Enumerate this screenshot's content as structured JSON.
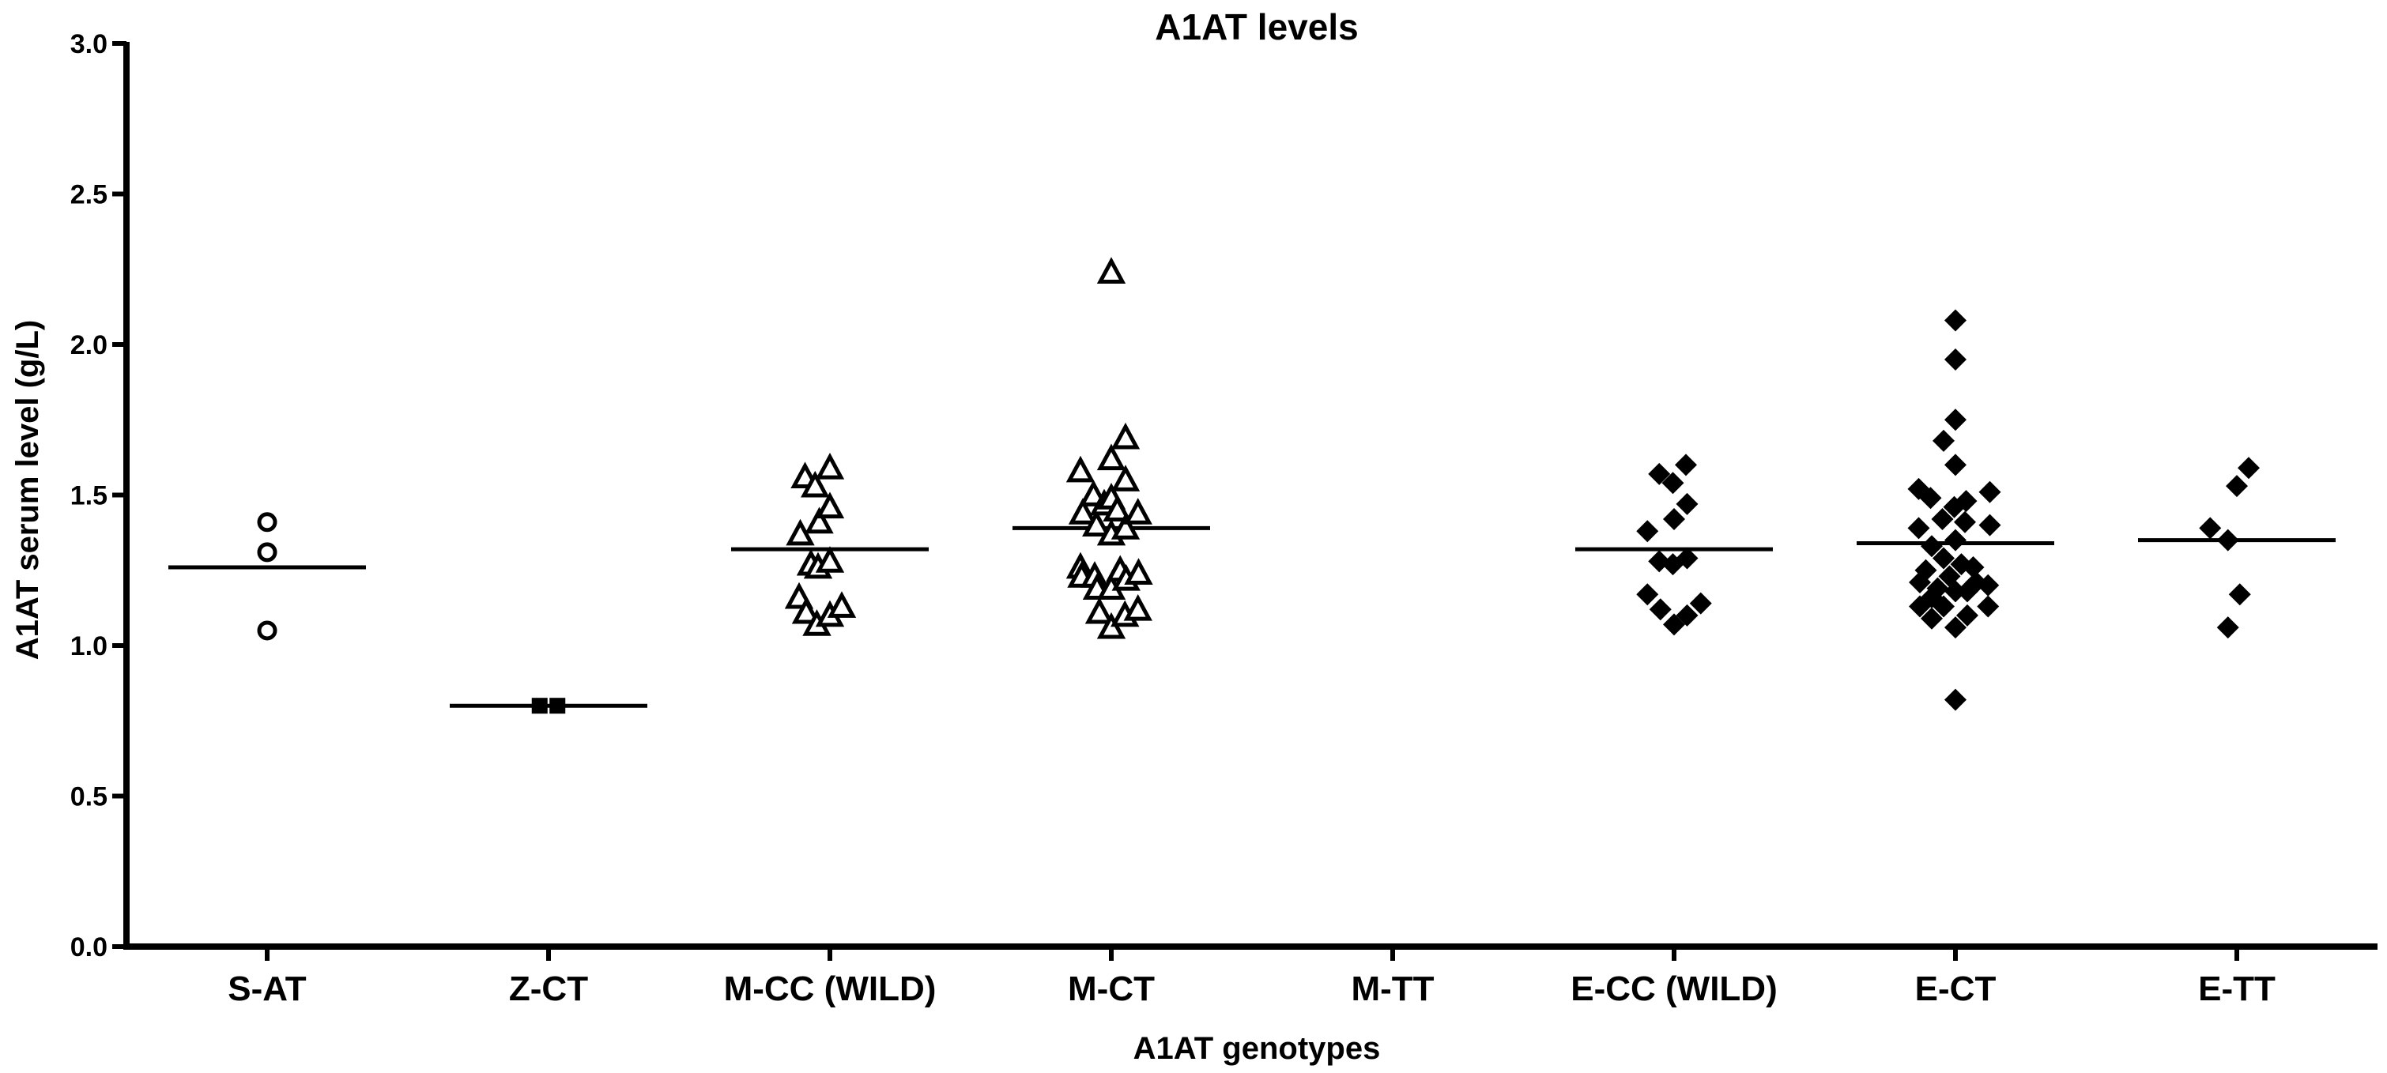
{
  "chart_data": {
    "type": "scatter",
    "title": "A1AT levels",
    "xlabel": "A1AT genotypes",
    "ylabel": "A1AT serum level (g/L)",
    "ylim": [
      0,
      3.0
    ],
    "yticks": [
      "0.0",
      "0.5",
      "1.0",
      "1.5",
      "2.0",
      "2.5",
      "3.0"
    ],
    "grid": false,
    "categories": [
      "S-AT",
      "Z-CT",
      "M-CC (WILD)",
      "M-CT",
      "M-TT",
      "E-CC (WILD)",
      "E-CT",
      "E-TT"
    ],
    "groups": [
      {
        "category": "S-AT",
        "marker": "circle-open",
        "mean": 1.26,
        "points": [
          {
            "dx": 0,
            "y": 1.41
          },
          {
            "dx": 0,
            "y": 1.31
          },
          {
            "dx": 0,
            "y": 1.05
          }
        ]
      },
      {
        "category": "Z-CT",
        "marker": "square-filled",
        "mean": 0.8,
        "points": [
          {
            "dx": -0.15,
            "y": 0.8
          },
          {
            "dx": 0.15,
            "y": 0.8
          }
        ]
      },
      {
        "category": "M-CC (WILD)",
        "marker": "triangle-open",
        "mean": 1.32,
        "points": [
          {
            "dx": -0.52,
            "y": 1.16
          },
          {
            "dx": -0.5,
            "y": 1.37
          },
          {
            "dx": -0.42,
            "y": 1.56
          },
          {
            "dx": -0.4,
            "y": 1.11
          },
          {
            "dx": -0.32,
            "y": 1.27
          },
          {
            "dx": -0.25,
            "y": 1.53
          },
          {
            "dx": -0.22,
            "y": 1.07
          },
          {
            "dx": -0.2,
            "y": 1.26
          },
          {
            "dx": -0.18,
            "y": 1.41
          },
          {
            "dx": 0.0,
            "y": 1.46
          },
          {
            "dx": 0.0,
            "y": 1.28
          },
          {
            "dx": 0.0,
            "y": 1.59
          },
          {
            "dx": 0.0,
            "y": 1.1
          },
          {
            "dx": 0.2,
            "y": 1.13
          }
        ]
      },
      {
        "category": "M-CT",
        "marker": "triangle-open",
        "mean": 1.39,
        "points": [
          {
            "dx": 0.0,
            "y": 2.24
          },
          {
            "dx": -0.52,
            "y": 1.58
          },
          {
            "dx": -0.48,
            "y": 1.44
          },
          {
            "dx": -0.52,
            "y": 1.26
          },
          {
            "dx": -0.5,
            "y": 1.23
          },
          {
            "dx": -0.3,
            "y": 1.5
          },
          {
            "dx": -0.25,
            "y": 1.4
          },
          {
            "dx": -0.28,
            "y": 1.23
          },
          {
            "dx": -0.24,
            "y": 1.19
          },
          {
            "dx": -0.2,
            "y": 1.11
          },
          {
            "dx": -0.12,
            "y": 1.47
          },
          {
            "dx": 0.0,
            "y": 1.62
          },
          {
            "dx": 0.0,
            "y": 1.49
          },
          {
            "dx": 0.0,
            "y": 1.37
          },
          {
            "dx": 0.0,
            "y": 1.19
          },
          {
            "dx": 0.0,
            "y": 1.06
          },
          {
            "dx": 0.1,
            "y": 1.45
          },
          {
            "dx": 0.15,
            "y": 1.25
          },
          {
            "dx": 0.24,
            "y": 1.69
          },
          {
            "dx": 0.24,
            "y": 1.55
          },
          {
            "dx": 0.24,
            "y": 1.39
          },
          {
            "dx": 0.25,
            "y": 1.22
          },
          {
            "dx": 0.23,
            "y": 1.1
          },
          {
            "dx": 0.45,
            "y": 1.44
          },
          {
            "dx": 0.46,
            "y": 1.24
          },
          {
            "dx": 0.45,
            "y": 1.12
          }
        ]
      },
      {
        "category": "M-TT",
        "marker": "triangle-open",
        "mean": null,
        "points": []
      },
      {
        "category": "E-CC (WILD)",
        "marker": "diamond-filled",
        "mean": 1.32,
        "points": [
          {
            "dx": -0.45,
            "y": 1.38
          },
          {
            "dx": -0.45,
            "y": 1.17
          },
          {
            "dx": -0.25,
            "y": 1.57
          },
          {
            "dx": -0.25,
            "y": 1.28
          },
          {
            "dx": -0.23,
            "y": 1.12
          },
          {
            "dx": -0.02,
            "y": 1.54
          },
          {
            "dx": 0.0,
            "y": 1.42
          },
          {
            "dx": -0.02,
            "y": 1.27
          },
          {
            "dx": 0.0,
            "y": 1.07
          },
          {
            "dx": 0.2,
            "y": 1.6
          },
          {
            "dx": 0.22,
            "y": 1.47
          },
          {
            "dx": 0.22,
            "y": 1.29
          },
          {
            "dx": 0.22,
            "y": 1.1
          },
          {
            "dx": 0.45,
            "y": 1.14
          }
        ]
      },
      {
        "category": "E-CT",
        "marker": "diamond-filled",
        "mean": 1.34,
        "points": [
          {
            "dx": 0.0,
            "y": 2.08
          },
          {
            "dx": 0.0,
            "y": 1.95
          },
          {
            "dx": 0.0,
            "y": 1.75
          },
          {
            "dx": -0.2,
            "y": 1.68
          },
          {
            "dx": 0.0,
            "y": 1.6
          },
          {
            "dx": -0.62,
            "y": 1.52
          },
          {
            "dx": -0.42,
            "y": 1.49
          },
          {
            "dx": -0.22,
            "y": 1.42
          },
          {
            "dx": -0.02,
            "y": 1.46
          },
          {
            "dx": 0.18,
            "y": 1.48
          },
          {
            "dx": 0.58,
            "y": 1.51
          },
          {
            "dx": -0.62,
            "y": 1.39
          },
          {
            "dx": -0.4,
            "y": 1.33
          },
          {
            "dx": -0.2,
            "y": 1.29
          },
          {
            "dx": 0.0,
            "y": 1.35
          },
          {
            "dx": 0.16,
            "y": 1.41
          },
          {
            "dx": 0.58,
            "y": 1.4
          },
          {
            "dx": -0.5,
            "y": 1.25
          },
          {
            "dx": -0.3,
            "y": 1.19
          },
          {
            "dx": -0.1,
            "y": 1.23
          },
          {
            "dx": 0.1,
            "y": 1.27
          },
          {
            "dx": 0.3,
            "y": 1.26
          },
          {
            "dx": -0.6,
            "y": 1.21
          },
          {
            "dx": -0.4,
            "y": 1.16
          },
          {
            "dx": -0.2,
            "y": 1.13
          },
          {
            "dx": 0.0,
            "y": 1.18
          },
          {
            "dx": 0.2,
            "y": 1.18
          },
          {
            "dx": 0.35,
            "y": 1.21
          },
          {
            "dx": 0.55,
            "y": 1.2
          },
          {
            "dx": -0.6,
            "y": 1.13
          },
          {
            "dx": -0.4,
            "y": 1.09
          },
          {
            "dx": 0.0,
            "y": 1.06
          },
          {
            "dx": 0.2,
            "y": 1.1
          },
          {
            "dx": 0.55,
            "y": 1.13
          },
          {
            "dx": 0.0,
            "y": 0.82
          }
        ]
      },
      {
        "category": "E-TT",
        "marker": "diamond-filled",
        "mean": 1.35,
        "points": [
          {
            "dx": -0.45,
            "y": 1.39
          },
          {
            "dx": -0.15,
            "y": 1.35
          },
          {
            "dx": -0.15,
            "y": 1.06
          },
          {
            "dx": 0.0,
            "y": 1.53
          },
          {
            "dx": 0.2,
            "y": 1.59
          },
          {
            "dx": 0.05,
            "y": 1.17
          }
        ]
      }
    ]
  }
}
